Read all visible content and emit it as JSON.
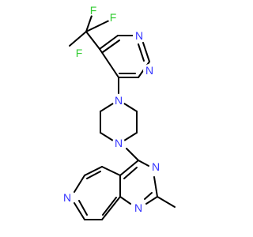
{
  "colors": {
    "bond": "#000000",
    "N": "#3333ff",
    "F": "#33cc33"
  },
  "atoms": [
    {
      "id": "F1",
      "element": "F",
      "label": "F"
    },
    {
      "id": "F2",
      "element": "F",
      "label": "F"
    },
    {
      "id": "F3",
      "element": "F",
      "label": "F"
    },
    {
      "id": "N_pm1",
      "element": "N",
      "label": "N"
    },
    {
      "id": "N_pm2",
      "element": "N",
      "label": "N"
    },
    {
      "id": "N_pip1",
      "element": "N",
      "label": "N"
    },
    {
      "id": "N_pip2",
      "element": "N",
      "label": "N"
    },
    {
      "id": "N_bic1",
      "element": "N",
      "label": "N"
    },
    {
      "id": "N_bic2",
      "element": "N",
      "label": "N"
    },
    {
      "id": "N_py",
      "element": "N",
      "label": "N"
    }
  ]
}
